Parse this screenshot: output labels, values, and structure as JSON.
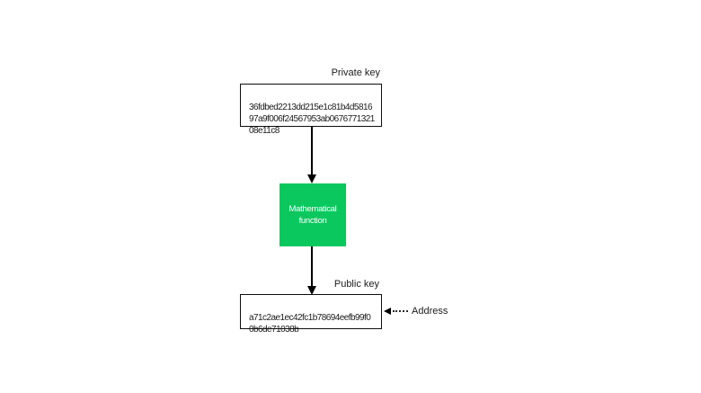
{
  "diagram": {
    "private_key": {
      "label": "Private key",
      "value": "36fdbed2213dd215e1c81b4d5816\n97a9f006f24567953ab0676771321\n08e11c8"
    },
    "function_box": {
      "label": "Mathematical\nfunction"
    },
    "public_key": {
      "label": "Public key",
      "value": "a71c2ae1ec42fc1b78694eefb99f0\n0b6de71038b"
    },
    "address": {
      "label": "Address"
    }
  },
  "colors": {
    "accent_green": "#0ac85e",
    "line": "#000000",
    "text": "#1c1c1c",
    "background": "#ffffff"
  }
}
